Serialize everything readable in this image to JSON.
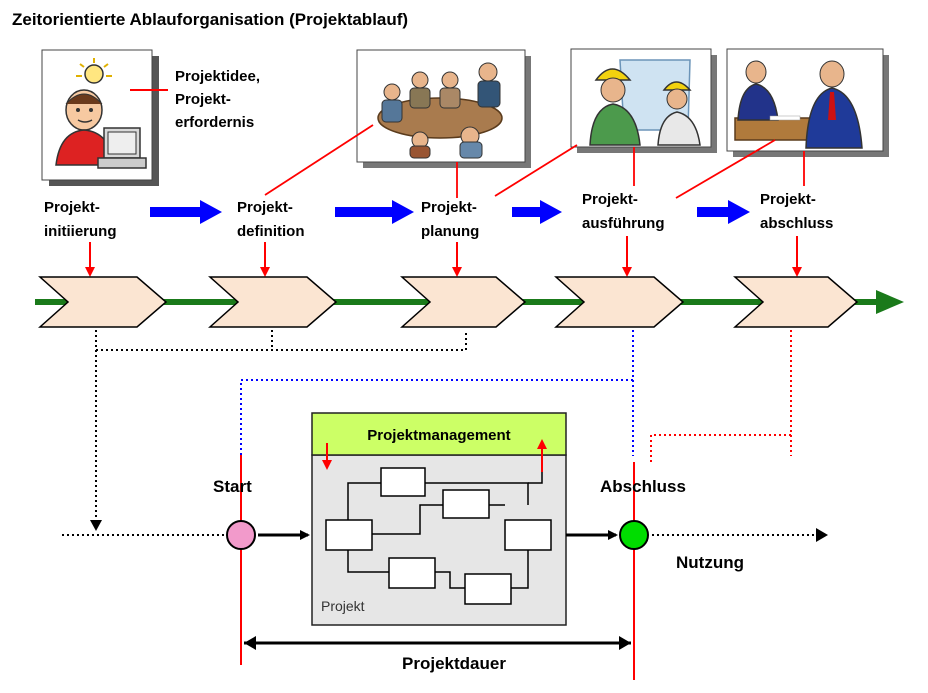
{
  "title": "Zeitorientierte Ablauforganisation (Projektablauf)",
  "idea_note": [
    "Projektidee,",
    "Projekt-",
    "erfordernis"
  ],
  "phases": [
    {
      "line1": "Projekt-",
      "line2": "initiierung"
    },
    {
      "line1": "Projekt-",
      "line2": "definition"
    },
    {
      "line1": "Projekt-",
      "line2": "planung"
    },
    {
      "line1": "Projekt-",
      "line2": "ausführung"
    },
    {
      "line1": "Projekt-",
      "line2": "abschluss"
    }
  ],
  "pictures": [
    {
      "icon": "idea-person-at-computer"
    },
    {
      "icon": "meeting-table-icon"
    },
    {
      "icon": "construction-workers-icon"
    },
    {
      "icon": "business-meeting-icon"
    }
  ],
  "project_box": {
    "management_label": "Projektmanagement",
    "project_label": "Projekt"
  },
  "timeline": {
    "start_label": "Start",
    "end_label": "Abschluss",
    "usage_label": "Nutzung",
    "duration_label": "Projektdauer"
  },
  "colors": {
    "red": "#ff0000",
    "blue_arrow": "#0000ff",
    "green_arrow": "#1a7a1a",
    "chevron_fill": "#fbe5d2",
    "management_fill": "#ccff66",
    "project_fill": "#e6e6e6",
    "start_node": "#f29acb",
    "end_node": "#00dd00"
  }
}
